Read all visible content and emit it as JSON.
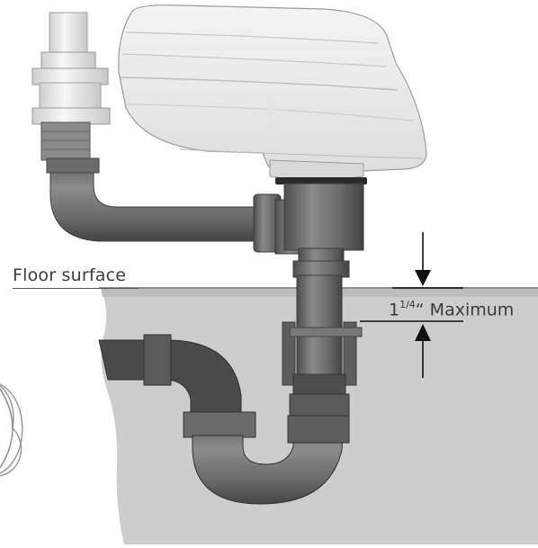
{
  "labels": {
    "floor_surface": "Floor surface",
    "dimension_whole": "1",
    "dimension_fraction": "1/4",
    "dimension_rest": "“ Maximum"
  },
  "colors": {
    "floor": "#cfcfcf",
    "floor_dark": "#b9b9b9",
    "pipe": "#6f6f6f",
    "pipe_dark": "#4b4b4b",
    "pipe_light": "#8e8e8e",
    "toilet_body": "#ececec",
    "fitting_white": "#e8e8e8"
  }
}
